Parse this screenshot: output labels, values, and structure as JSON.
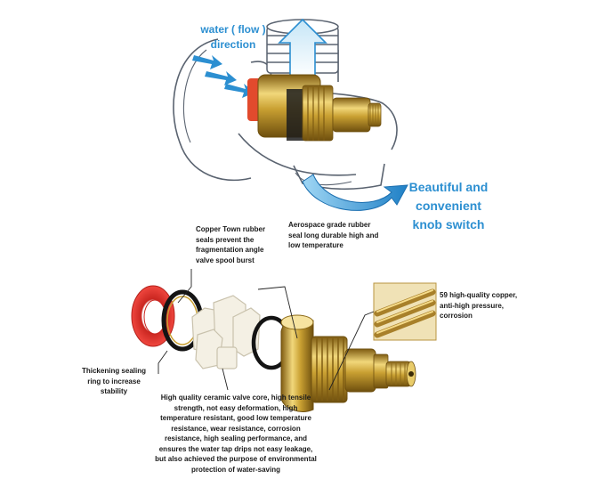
{
  "colors": {
    "brass": "#c9a032",
    "brass_dark": "#8d6a18",
    "brass_light": "#f1d77a",
    "flow_blue": "#2c8fd1",
    "red_ring": "#e8362e",
    "outline": "#5a6370"
  },
  "labels": {
    "water_flow": "water ( flow )",
    "direction": "direction",
    "knob_line1": "Beautiful and",
    "knob_line2": "convenient",
    "knob_line3": "knob switch",
    "copper_rubber": [
      "Copper Town rubber",
      "seals prevent the",
      "fragmentation angle",
      "valve spool burst"
    ],
    "aerospace": [
      "Aerospace grade rubber",
      "seal long durable high and",
      "low temperature"
    ],
    "copper59": [
      "59 high-quality copper,",
      "anti-high pressure,",
      "corrosion"
    ],
    "thickening": [
      "Thickening sealing",
      "ring to increase",
      "stability"
    ],
    "ceramic": [
      "High quality ceramic valve core, high tensile",
      "strength, not easy deformation, high",
      "temperature resistant, good low temperature",
      "resistance, wear resistance, corrosion",
      "resistance, high sealing performance, and",
      "ensures the water tap drips not easy leakage,",
      "but also achieved the purpose of environmental",
      "protection of water-saving"
    ]
  }
}
